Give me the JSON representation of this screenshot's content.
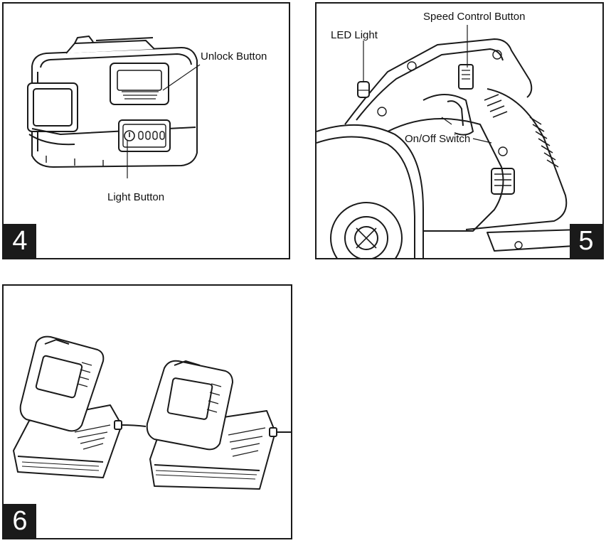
{
  "figure4": {
    "number": "4",
    "labels": {
      "unlock_button": "Unlock Button",
      "light_button": "Light Button"
    }
  },
  "figure5": {
    "number": "5",
    "labels": {
      "speed_control_button": "Speed Control Button",
      "led_light": "LED Light",
      "on_off_switch": "On/Off Switch"
    }
  },
  "figure6": {
    "number": "6"
  },
  "colors": {
    "ink": "#1a1a1a",
    "paper": "#ffffff"
  }
}
